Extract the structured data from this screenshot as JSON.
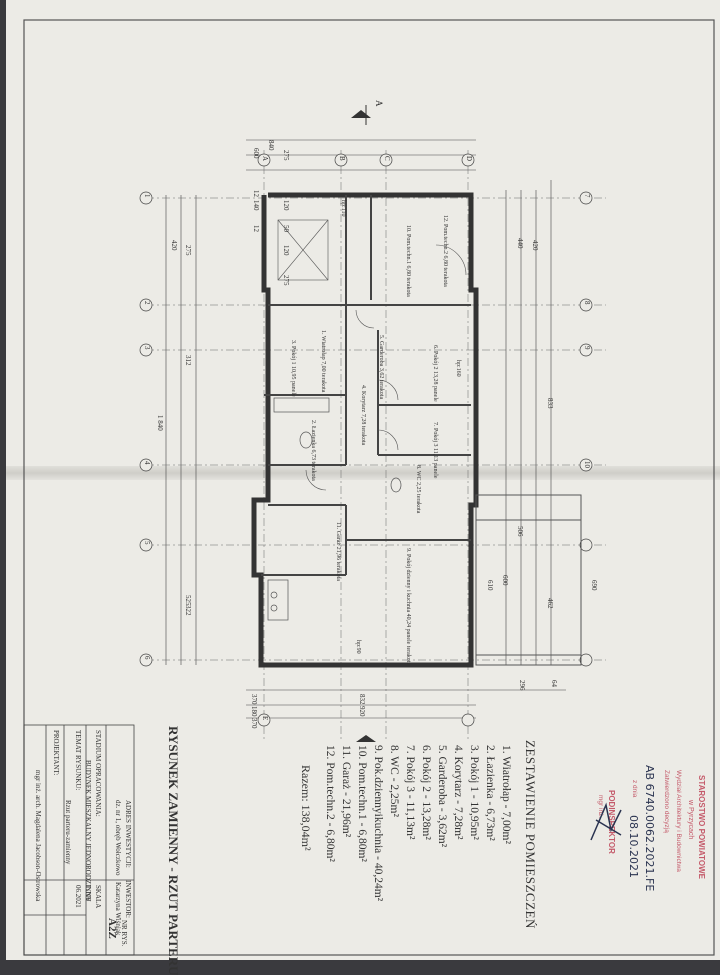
{
  "room_schedule": {
    "title": "ZESTAWIENIE POMIESZCZEŃ",
    "rooms": [
      "1. Wiatrołap - 7,00m²",
      "2. Łazienka - 6,73m²",
      "3. Pokój 1 - 10,95m²",
      "4. Korytarz - 7,28m²",
      "5. Garderoba - 3,62m²",
      "6. Pokój 2 - 13,28m²",
      "7. Pokój 3 - 11,13m²",
      "8. WC - 2,25m²",
      "9. Pok.dziennyikuchnia - 40,24m²",
      "10. Pom.techn.1 - 6,80m²",
      "11. Garaż - 21,96m²",
      "12. Pom.techn.2 - 6,80m²"
    ],
    "total": "Razem: 138,04m²"
  },
  "sheet_title": "RYSUNEK ZAMIENNY - RZUT PARTERU",
  "stamp": {
    "office": "STAROSTWO POWIATOWE",
    "city": "w Pyrzycach",
    "dept": "Wydział Architektury i Budownictwa",
    "approved": "Zatwierdzono decyzją",
    "decision": "AB 6740.0062.2021.FE",
    "date_label": "z dnia",
    "date": "08.10.2021",
    "sign_role": "PODINSPEKTOR",
    "sign_name": "mgr inż."
  },
  "title_block": {
    "investor_label": "INWESTOR:",
    "investor": "Katarzyna Wiśniak",
    "address_label": "ADRES INWESTYCJI:",
    "address": "dz. nr 1, obręb Wołczkowo",
    "stage_label": "STADIUM OPRACOWANIA:",
    "stage": "BUDYNEK MIESZKALNY JEDNORODZINNY",
    "drawing_label": "TEMAT RYSUNKU:",
    "drawing": "Rzut parteru-zamienny",
    "designer_label": "PROJEKTANT:",
    "designer": "mgr inż. arch. Magdalena Jacobson-Ostrowska",
    "scale_label": "SKALA",
    "scale": "1:100",
    "sheet_no_label": "NR RYS.",
    "sheet_no": "A2Z",
    "date": "06.2021"
  },
  "plan_labels": {
    "section": "A",
    "room_texts": [
      "12. Pom.techn.2 6,80 terakota",
      "10. Pom.techn.1 6,80 terakota",
      "1. Wiatrołap 7,00 terakota",
      "3. Pokój 1 10,95 panele",
      "2. Łazienka 6,73 terakota",
      "6. Pokój 2 13,28 panele",
      "7. Pokój 3 11,13 panele",
      "4. Korytarz 7,28 terakota",
      "5. Garderoba 3,62 terakota",
      "8. WC 2,25 terakota",
      "9. Pokój dzienny i kuchnia 40,24 panele terakota",
      "11. Garaż 21,96 terakota"
    ],
    "dims_top": [
      "840",
      "275",
      "120",
      "50",
      "120",
      "275",
      "600",
      "12",
      "140",
      "12"
    ],
    "dims_bottom": [
      "370",
      "180",
      "370",
      "832",
      "920",
      "296",
      "64"
    ],
    "dims_left": [
      "1 840",
      "420",
      "275",
      "525",
      "312",
      "322"
    ],
    "dims_right": [
      "833",
      "420",
      "440",
      "506",
      "600",
      "610",
      "690",
      "462"
    ],
    "axis_labels": [
      "1",
      "2",
      "3",
      "4",
      "5",
      "6",
      "7",
      "8",
      "9",
      "10",
      "A",
      "B",
      "C",
      "D",
      "E"
    ],
    "hp": [
      "hp:90",
      "hp:110",
      "hp:160"
    ]
  }
}
